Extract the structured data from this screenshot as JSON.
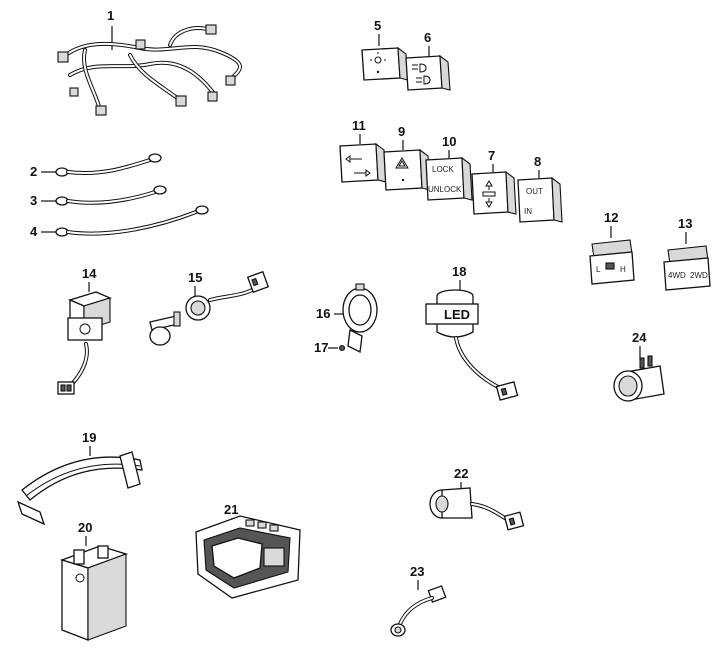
{
  "callouts": [
    {
      "id": "1",
      "text": "1"
    },
    {
      "id": "2",
      "text": "2"
    },
    {
      "id": "3",
      "text": "3"
    },
    {
      "id": "4",
      "text": "4"
    },
    {
      "id": "5",
      "text": "5"
    },
    {
      "id": "6",
      "text": "6"
    },
    {
      "id": "7",
      "text": "7"
    },
    {
      "id": "8",
      "text": "8"
    },
    {
      "id": "9",
      "text": "9"
    },
    {
      "id": "10",
      "text": "10"
    },
    {
      "id": "11",
      "text": "11"
    },
    {
      "id": "12",
      "text": "12"
    },
    {
      "id": "13",
      "text": "13"
    },
    {
      "id": "14",
      "text": "14"
    },
    {
      "id": "15",
      "text": "15"
    },
    {
      "id": "16",
      "text": "16"
    },
    {
      "id": "17",
      "text": "17"
    },
    {
      "id": "18",
      "text": "18"
    },
    {
      "id": "19",
      "text": "19"
    },
    {
      "id": "20",
      "text": "20"
    },
    {
      "id": "21",
      "text": "21"
    },
    {
      "id": "22",
      "text": "22"
    },
    {
      "id": "23",
      "text": "23"
    },
    {
      "id": "24",
      "text": "24"
    }
  ],
  "part_labels": {
    "switch_10_top": "LOCK",
    "switch_10_bottom": "UNLOCK",
    "switch_8_top": "OUT",
    "switch_8_bottom": "IN",
    "switch_12_left": "L",
    "switch_12_right": "H",
    "switch_13_left": "4WD",
    "switch_13_right": "2WD",
    "indicator_18": "LED"
  },
  "colors": {
    "line": "#111111",
    "shade": "#d9d9d9",
    "background": "#ffffff"
  }
}
